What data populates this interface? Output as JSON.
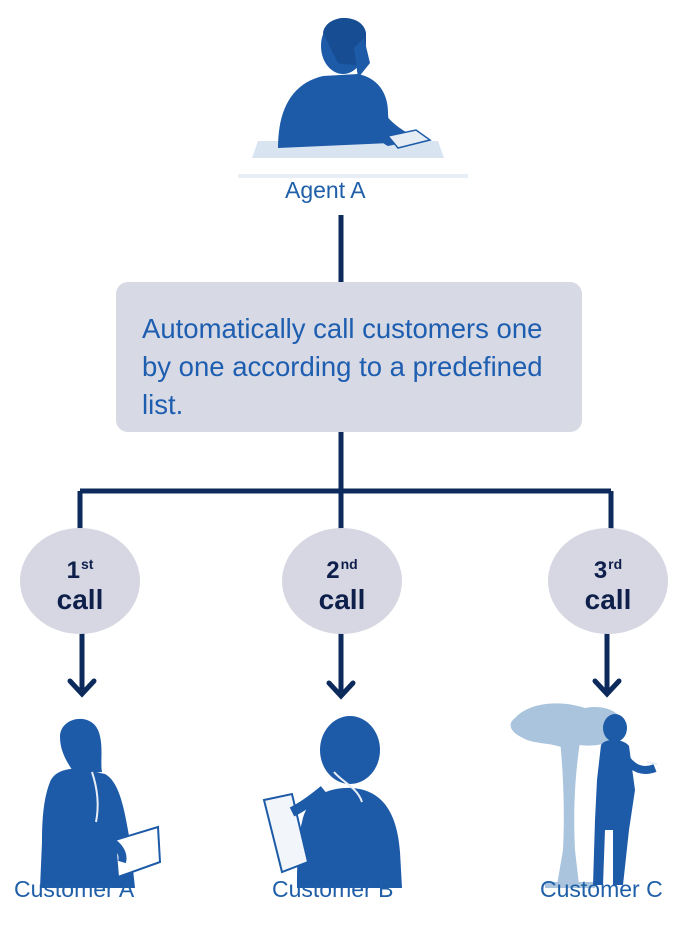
{
  "agent": {
    "label": "Agent A",
    "icon": "agent-on-phone-icon"
  },
  "process": {
    "text": "Automatically call customers one by one according to a predefined list."
  },
  "calls": [
    {
      "number": "1",
      "suffix": "st",
      "word": "call"
    },
    {
      "number": "2",
      "suffix": "nd",
      "word": "call"
    },
    {
      "number": "3",
      "suffix": "rd",
      "word": "call"
    }
  ],
  "customers": [
    {
      "label": "Customer A",
      "icon": "woman-on-phone-icon"
    },
    {
      "label": "Customer B",
      "icon": "man-on-phone-icon"
    },
    {
      "label": "Customer C",
      "icon": "man-with-tree-on-phone-icon"
    }
  ],
  "colors": {
    "figure": "#1d5ba8",
    "line": "#0d2a5c",
    "bubble": "#d6d7e2",
    "box": "#d7d9e4",
    "label": "#1f5fa8",
    "tree": "#a9c4dc"
  }
}
